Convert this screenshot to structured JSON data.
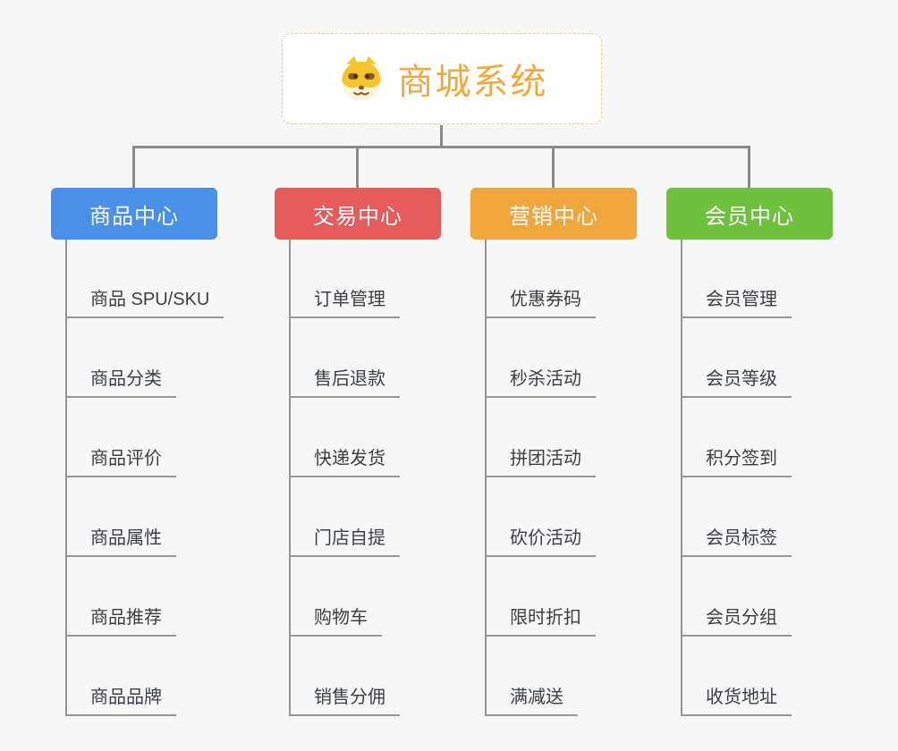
{
  "page": {
    "background": "#f7f7f7"
  },
  "root": {
    "title": "商城系统",
    "title_color": "#f2a93e",
    "border_color": "#f5c97f",
    "icon": "dog-icon"
  },
  "connector_color": "#8a8a8a",
  "branches": [
    {
      "label": "商品中心",
      "color": "#4a90e8",
      "children": [
        "商品 SPU/SKU",
        "商品分类",
        "商品评价",
        "商品属性",
        "商品推荐",
        "商品品牌"
      ]
    },
    {
      "label": "交易中心",
      "color": "#e65c5c",
      "children": [
        "订单管理",
        "售后退款",
        "快递发货",
        "门店自提",
        "购物车",
        "销售分佣"
      ]
    },
    {
      "label": "营销中心",
      "color": "#eea63d",
      "children": [
        "优惠券码",
        "秒杀活动",
        "拼团活动",
        "砍价活动",
        "限时折扣",
        "满减送"
      ]
    },
    {
      "label": "会员中心",
      "color": "#70c03f",
      "children": [
        "会员管理",
        "会员等级",
        "积分签到",
        "会员标签",
        "会员分组",
        "收货地址"
      ]
    }
  ]
}
